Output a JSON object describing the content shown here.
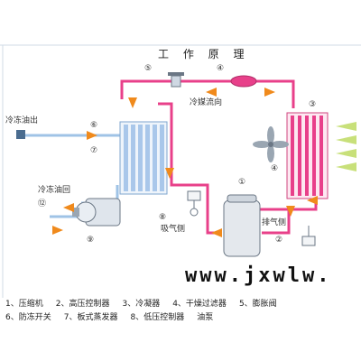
{
  "title": "工 作 原 理",
  "labels": {
    "coolant_out": "冷冻油出",
    "coolant_in": "冷冻油回",
    "refrigerant_flow": "冷媒流向",
    "suction_side": "吸气侧",
    "discharge_side": "排气侧"
  },
  "numbers": {
    "n1": "①",
    "n2": "②",
    "n3": "③",
    "n4": "④",
    "n5": "⑤",
    "n6": "⑥",
    "n7": "⑦",
    "n8": "⑧",
    "n9": "⑨",
    "n12": "⑫"
  },
  "watermark": "www.jxwlw.",
  "legend": {
    "row1": [
      "1、压缩机",
      "2、高压控制器",
      "3、冷凝器",
      "4、干燥过滤器",
      "5、膨胀阀"
    ],
    "row2": [
      "6、防冻开关",
      "7、板式蒸发器",
      "8、低压控制器",
      "油泵"
    ]
  },
  "colors": {
    "hot_line": "#e8408a",
    "cold_line": "#9fc3e6",
    "condenser": "#e8408a",
    "evaporator": "#a9c7ea",
    "arrow": "#f08a1c",
    "fan": "#9aa6b2",
    "warm_air": "#c8e07a"
  }
}
